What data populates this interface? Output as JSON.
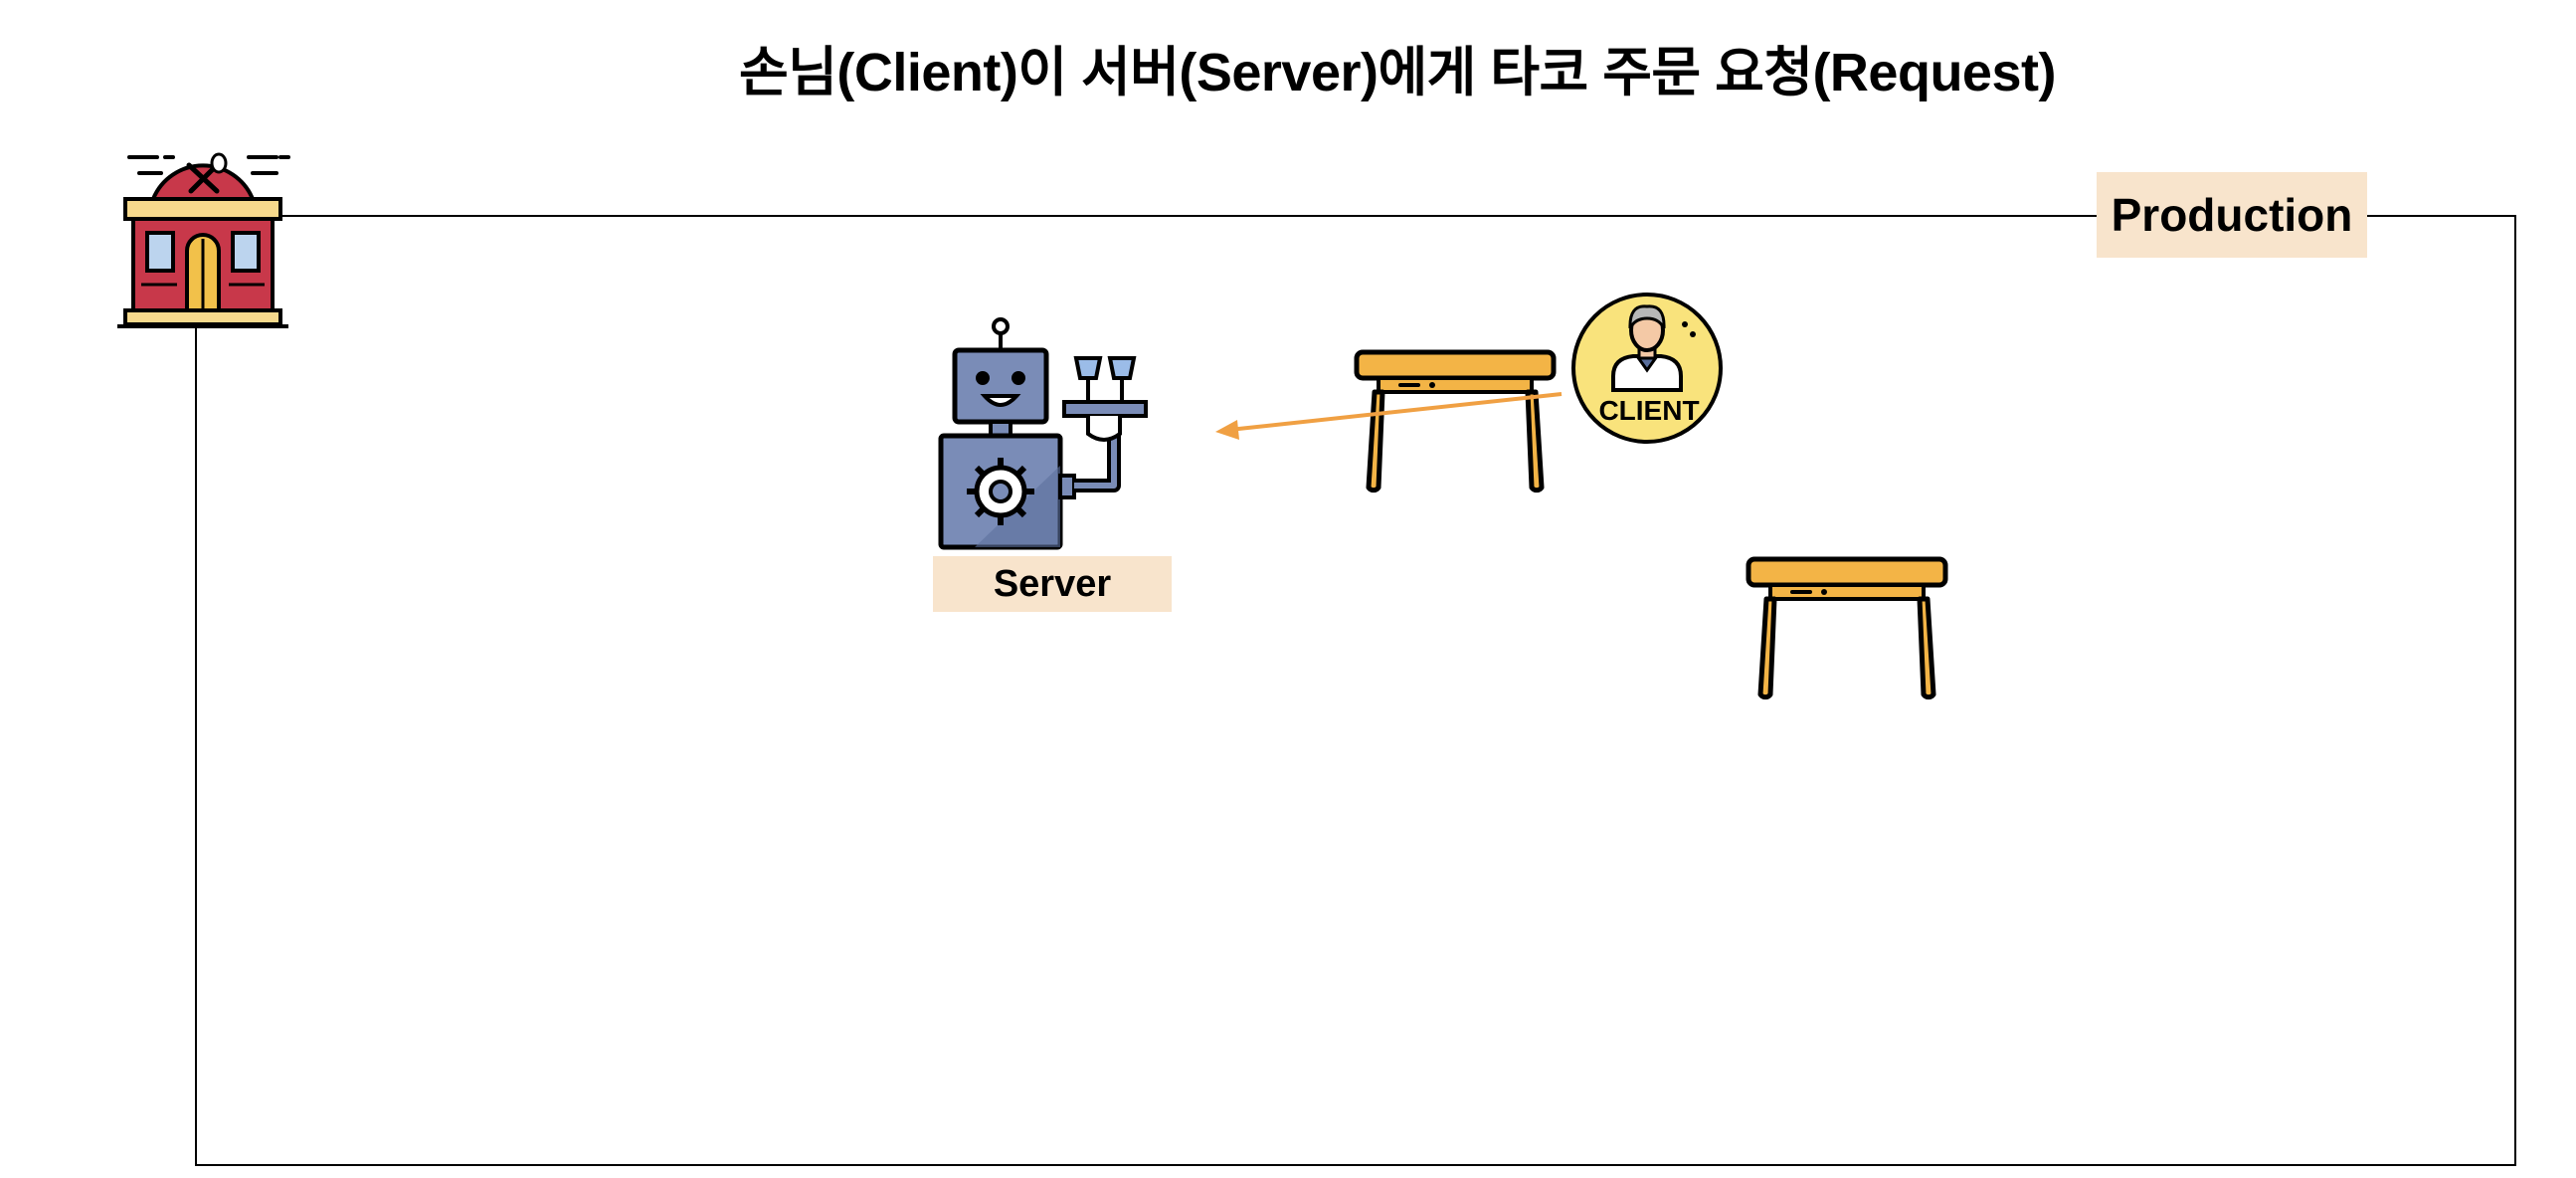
{
  "diagram": {
    "title": "손님(Client)이 서버(Server)에게 타코 주문 요청(Request)",
    "environment_label": "Production",
    "server_label": "Server",
    "client_badge_text": "CLIENT",
    "arrow_color": "#f0a043"
  },
  "icons": {
    "restaurant": "restaurant-icon",
    "server": "robot-waiter-icon",
    "client": "client-person-icon",
    "tables": [
      "table-icon",
      "table-icon"
    ]
  }
}
